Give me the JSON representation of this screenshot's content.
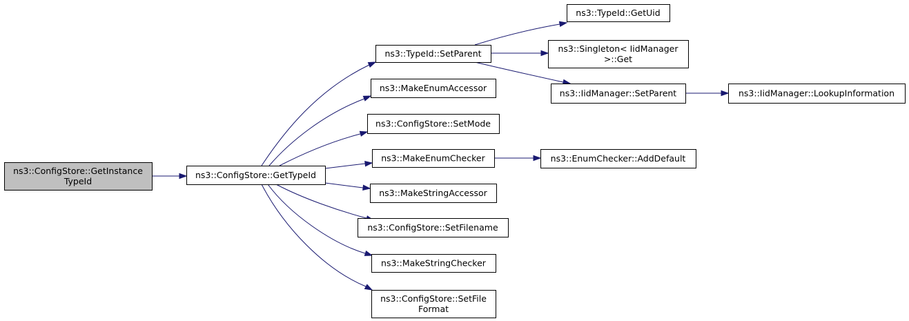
{
  "diagram": {
    "nodes": [
      {
        "id": "root",
        "lines": [
          "ns3::ConfigStore::GetInstance",
          "TypeId"
        ],
        "highlight": true
      },
      {
        "id": "gettypeid",
        "lines": [
          "ns3::ConfigStore::GetTypeId"
        ]
      },
      {
        "id": "setparent",
        "lines": [
          "ns3::TypeId::SetParent"
        ]
      },
      {
        "id": "getuid",
        "lines": [
          "ns3::TypeId::GetUid"
        ]
      },
      {
        "id": "singleton",
        "lines": [
          "ns3::Singleton< IidManager",
          ">::Get"
        ]
      },
      {
        "id": "iidsetparent",
        "lines": [
          "ns3::IidManager::SetParent"
        ]
      },
      {
        "id": "lookup",
        "lines": [
          "ns3::IidManager::LookupInformation"
        ]
      },
      {
        "id": "makeenumaccessor",
        "lines": [
          "ns3::MakeEnumAccessor"
        ]
      },
      {
        "id": "setmode",
        "lines": [
          "ns3::ConfigStore::SetMode"
        ]
      },
      {
        "id": "makeenumchecker",
        "lines": [
          "ns3::MakeEnumChecker"
        ]
      },
      {
        "id": "adddefault",
        "lines": [
          "ns3::EnumChecker::AddDefault"
        ]
      },
      {
        "id": "makestringaccessor",
        "lines": [
          "ns3::MakeStringAccessor"
        ]
      },
      {
        "id": "setfilename",
        "lines": [
          "ns3::ConfigStore::SetFilename"
        ]
      },
      {
        "id": "makestringchecker",
        "lines": [
          "ns3::MakeStringChecker"
        ]
      },
      {
        "id": "setfileformat",
        "lines": [
          "ns3::ConfigStore::SetFile",
          "Format"
        ]
      }
    ],
    "edges": [
      {
        "from": "root",
        "to": "gettypeid"
      },
      {
        "from": "gettypeid",
        "to": "setparent"
      },
      {
        "from": "gettypeid",
        "to": "makeenumaccessor"
      },
      {
        "from": "gettypeid",
        "to": "setmode"
      },
      {
        "from": "gettypeid",
        "to": "makeenumchecker"
      },
      {
        "from": "gettypeid",
        "to": "makestringaccessor"
      },
      {
        "from": "gettypeid",
        "to": "setfilename"
      },
      {
        "from": "gettypeid",
        "to": "makestringchecker"
      },
      {
        "from": "gettypeid",
        "to": "setfileformat"
      },
      {
        "from": "setparent",
        "to": "getuid"
      },
      {
        "from": "setparent",
        "to": "singleton"
      },
      {
        "from": "setparent",
        "to": "iidsetparent"
      },
      {
        "from": "iidsetparent",
        "to": "lookup"
      },
      {
        "from": "makeenumchecker",
        "to": "adddefault"
      }
    ],
    "colors": {
      "edge": "#191970",
      "highlight_fill": "#bfbfbf",
      "box_fill": "#ffffff",
      "border": "#000000"
    }
  }
}
